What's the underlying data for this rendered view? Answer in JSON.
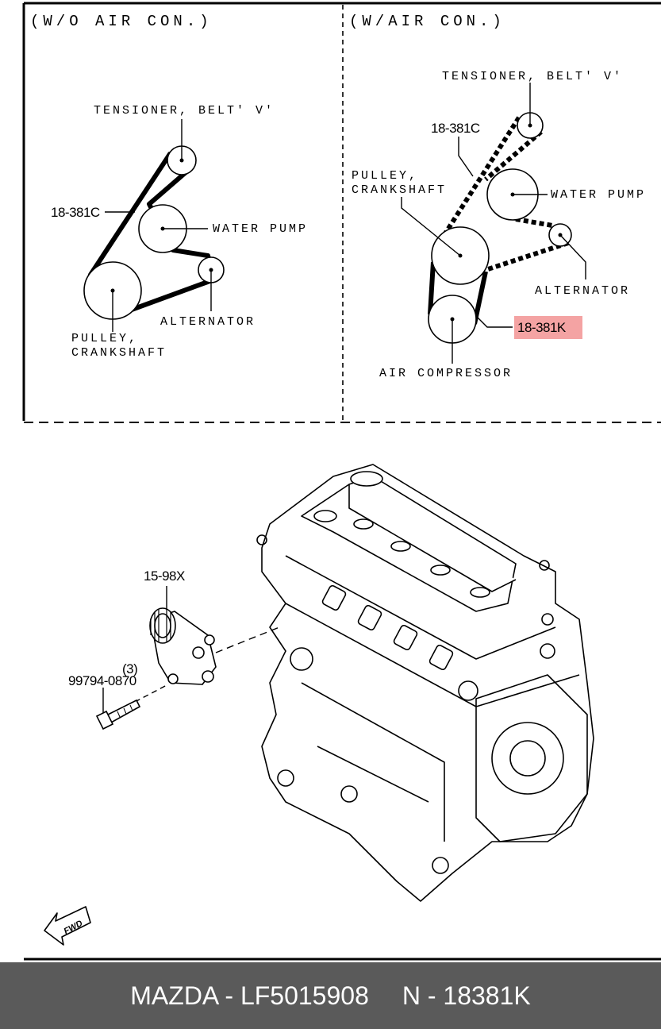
{
  "sections": {
    "left_header": "(W/O AIR CON.)",
    "right_header": "(W/AIR CON.)"
  },
  "left": {
    "tensioner": "TENSIONER, BELT' V'",
    "belt": "18-381C",
    "water_pump": "WATER PUMP",
    "alternator": "ALTERNATOR",
    "pulley_line1": "PULLEY,",
    "pulley_line2": "CRANKSHAFT"
  },
  "right": {
    "tensioner": "TENSIONER, BELT' V'",
    "belt_c": "18-381C",
    "pulley_line1": "PULLEY,",
    "pulley_line2": "CRANKSHAFT",
    "water_pump": "WATER PUMP",
    "alternator": "ALTERNATOR",
    "belt_k": "18-381K",
    "air_compressor": "AIR COMPRESSOR"
  },
  "engine": {
    "part_tensioner": "15-98X",
    "bolt_qty": "(3)",
    "bolt_part": "99794-0870",
    "fwd": "FWD"
  },
  "footer": {
    "brand_part": "MAZDA - LF5015908",
    "ref": "N - 18381K"
  },
  "colors": {
    "highlight": "#f4a3a3",
    "footer_bg": "#5a5a5a"
  }
}
